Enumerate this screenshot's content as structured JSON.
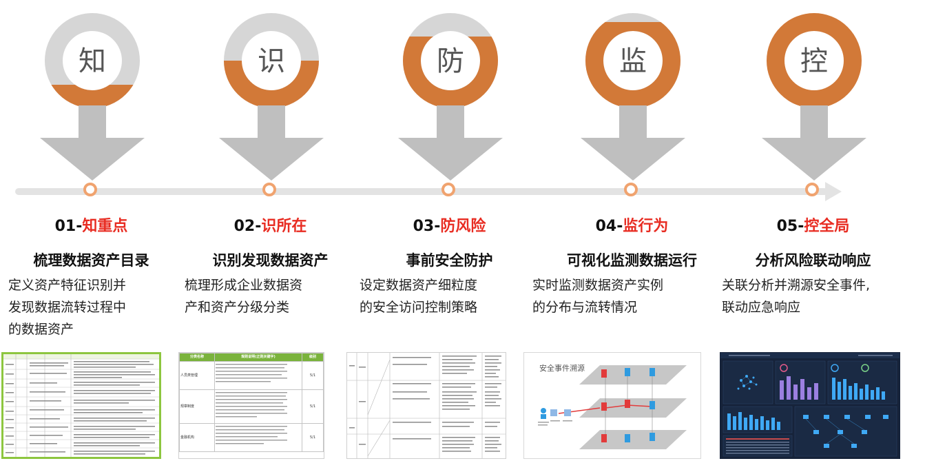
{
  "colors": {
    "ring_orange": "#d27938",
    "ring_gray": "#d6d6d6",
    "arrow_gray": "#bfbfbf",
    "timeline_gray": "#e3e3e3",
    "node_orange": "#f0a36f",
    "highlight_red": "#e82c22",
    "table_header_green": "#8dc63f",
    "dashboard_bg": "#16233a"
  },
  "steps": [
    {
      "char": "知",
      "fill": 0.25,
      "number": "01-",
      "highlight": "知重点",
      "subtitle": "梳理数据资产目录",
      "desc": [
        "定义资产特征识别并",
        "发现数据流转过程中",
        "的数据资产"
      ],
      "thumb_icon": "asset-catalog-table-thumbnail"
    },
    {
      "char": "识",
      "fill": 0.5,
      "number": "02-",
      "highlight": "识所在",
      "subtitle": "识别发现数据资产",
      "desc": [
        "梳理形成企业数据资",
        "产和资产分级分类"
      ],
      "thumb_icon": "classification-table-thumbnail"
    },
    {
      "char": "防",
      "fill": 0.75,
      "number": "03-",
      "highlight": "防风险",
      "subtitle": "事前安全防护",
      "desc": [
        "设定数据资产细粒度",
        "的安全访问控制策略"
      ],
      "thumb_icon": "access-policy-table-thumbnail"
    },
    {
      "char": "监",
      "fill": 0.9,
      "number": "04-",
      "highlight": "监行为",
      "subtitle": "可视化监测数据运行",
      "desc": [
        "实时监测数据资产实例",
        "的分布与流转情况"
      ],
      "thumb_icon": "monitoring-flow-thumbnail"
    },
    {
      "char": "控",
      "fill": 1.0,
      "number": "05-",
      "highlight": "控全局",
      "subtitle": "分析风险联动响应",
      "desc": [
        "关联分析并溯源安全事件,",
        "联动应急响应"
      ],
      "thumb_icon": "dashboard-thumbnail"
    }
  ],
  "thumb2": {
    "headers": [
      "分类名称",
      "规则说明(正则关键字)",
      "级别"
    ],
    "rows": [
      "人员类管理",
      "规章制度",
      "金融机构"
    ],
    "levels": [
      "5/1",
      "5/1",
      "5/1"
    ]
  },
  "thumb4": {
    "caption": "安全事件溯源"
  }
}
